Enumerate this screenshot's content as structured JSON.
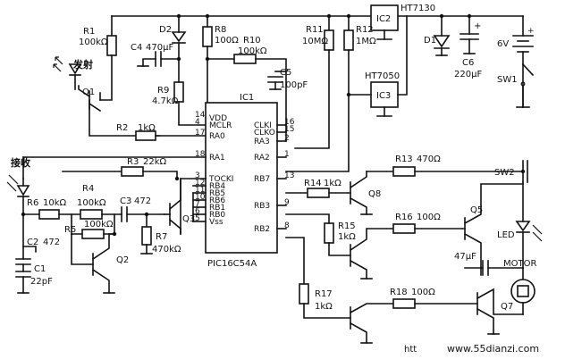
{
  "power": {
    "regulator_top": "IC2",
    "regulator_top_part": "HT7130",
    "regulator_bottom": "IC3",
    "regulator_bottom_part": "HT7050",
    "battery_label": "6V",
    "switch1_label": "SW1",
    "d1_label": "D1",
    "c6_label": "C6",
    "c6_value": "220μF",
    "plus_sign": "+"
  },
  "transmit": {
    "label": "发射",
    "r1_name": "R1",
    "r1_value": "100kΩ",
    "q1_label": "Q1",
    "d2_label": "D2",
    "c4_label": "C4",
    "c4_value": "470μF",
    "r8_name": "R8",
    "r8_value": "100Ω",
    "r9_name": "R9",
    "r9_value": "4.7kΩ",
    "r10_name": "R10",
    "r10_value": "100kΩ",
    "c5_name": "C5",
    "c5_value": "100pF",
    "r11_name": "R11",
    "r11_value": "10MΩ",
    "r12_name": "R12",
    "r12_value": "1MΩ",
    "r2_name": "R2",
    "r2_value": "1kΩ"
  },
  "ic1": {
    "name": "IC1",
    "part": "PIC16C54A",
    "left_pins": [
      {
        "num": "14",
        "name": "VDD"
      },
      {
        "num": "4",
        "name": "MCLR"
      },
      {
        "num": "17",
        "name": "RA0"
      },
      {
        "num": "18",
        "name": "RA1"
      },
      {
        "num": "3",
        "name": "TOCKI"
      },
      {
        "num": "12",
        "name": "RB4"
      },
      {
        "num": "11",
        "name": "RB5"
      },
      {
        "num": "10",
        "name": "RB6"
      },
      {
        "num": "7",
        "name": "RB1"
      },
      {
        "num": "6",
        "name": "RB0"
      },
      {
        "num": "5",
        "name": "Vss"
      }
    ],
    "right_pins": [
      {
        "num": "16",
        "name": "CLKI"
      },
      {
        "num": "15",
        "name": "CLKO"
      },
      {
        "num": "2",
        "name": "RA3"
      },
      {
        "num": "1",
        "name": "RA2"
      },
      {
        "num": "13",
        "name": "RB7"
      },
      {
        "num": "9",
        "name": "RB3"
      },
      {
        "num": "8",
        "name": "RB2"
      }
    ]
  },
  "receive": {
    "label": "接收",
    "r6_name": "R6",
    "r6_value": "10kΩ",
    "r4_name": "R4",
    "r4_value": "100kΩ",
    "r5_name": "R5",
    "r5_value": "100kΩ",
    "c3_name": "C3",
    "c3_value": "472",
    "c2_name": "C2",
    "c2_value": "472",
    "c1_name": "C1",
    "c1_value": "22pF",
    "q2_label": "Q2",
    "q3_label": "Q3",
    "r3_name": "R3",
    "r3_value": "22kΩ",
    "r7_name": "R7",
    "r7_value": "470kΩ"
  },
  "outputs": {
    "r13_name": "R13",
    "r13_value": "470Ω",
    "sw2_label": "SW2",
    "r14_name": "R14",
    "r14_value": "1kΩ",
    "q8_label": "Q8",
    "r15_name": "R15",
    "r15_value": "1kΩ",
    "r16_name": "R16",
    "r16_value": "100Ω",
    "q5_label": "Q5",
    "led_label": "LED",
    "cap_value": "47μF",
    "motor_label": "MOTOR",
    "r17_name": "R17",
    "r17_value": "1kΩ",
    "r18_name": "R18",
    "r18_value": "100Ω",
    "q7_label": "Q7"
  },
  "watermark": {
    "left": "htt",
    "right": "www.55dianzi.com"
  }
}
